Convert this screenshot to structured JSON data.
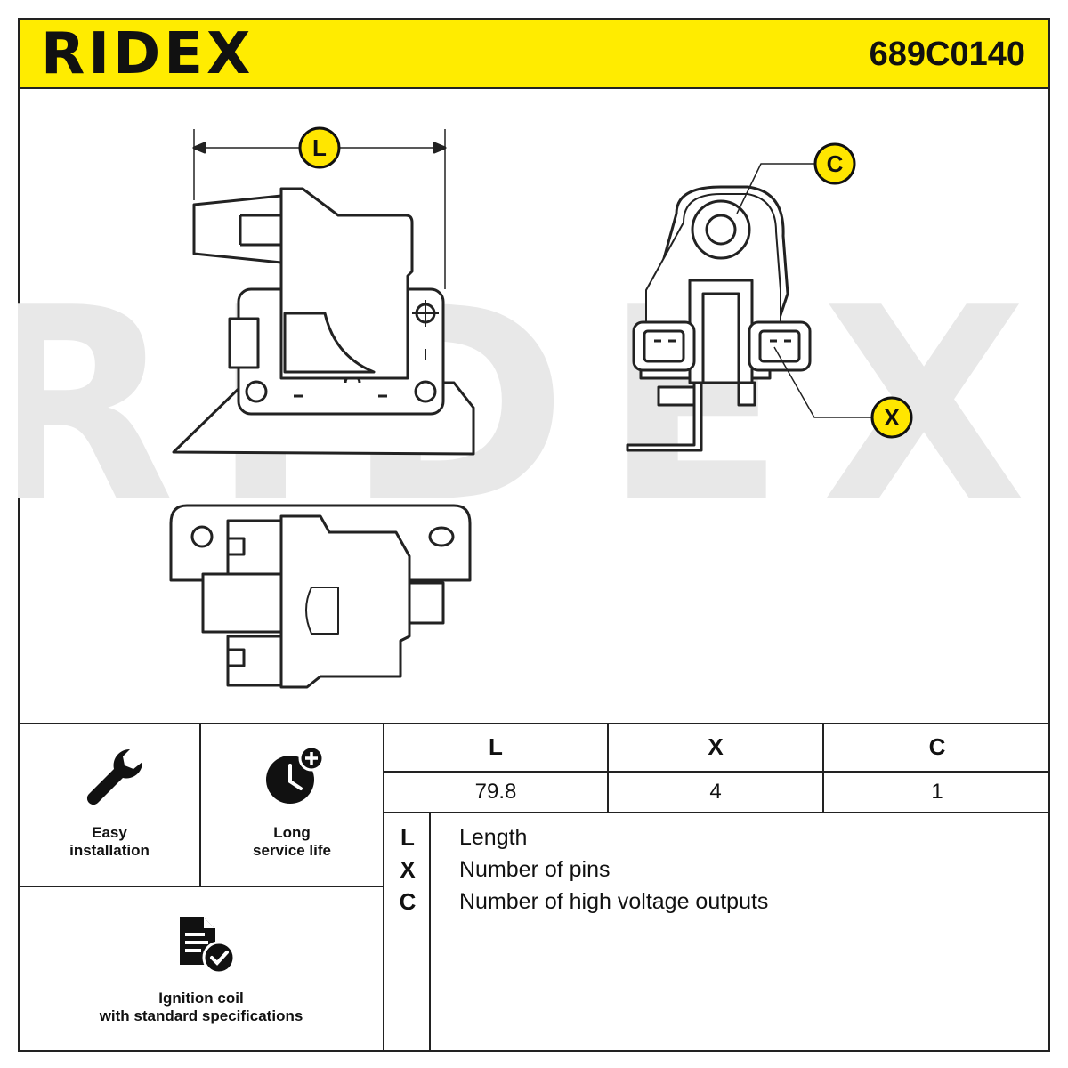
{
  "header": {
    "brand": "RIDEX",
    "part_number": "689C0140"
  },
  "drawing": {
    "watermark": "RIDEX",
    "callouts": {
      "length": "L",
      "outputs": "C",
      "pins": "X"
    }
  },
  "features": [
    {
      "icon": "wrench-icon",
      "line1": "Easy",
      "line2": "installation"
    },
    {
      "icon": "clock-plus-icon",
      "line1": "Long",
      "line2": "service life"
    },
    {
      "icon": "document-check-icon",
      "line1": "Ignition coil",
      "line2": "with standard specifications"
    }
  ],
  "specs": {
    "headers": [
      "L",
      "X",
      "C"
    ],
    "values": [
      "79.8",
      "4",
      "1"
    ]
  },
  "legend": [
    {
      "key": "L",
      "desc": "Length"
    },
    {
      "key": "X",
      "desc": "Number of pins"
    },
    {
      "key": "C",
      "desc": "Number of high voltage outputs"
    }
  ],
  "colors": {
    "header_bg": "#ffec00",
    "line": "#222222",
    "watermark": "#e6e6e6",
    "callout": "#ffe600"
  }
}
